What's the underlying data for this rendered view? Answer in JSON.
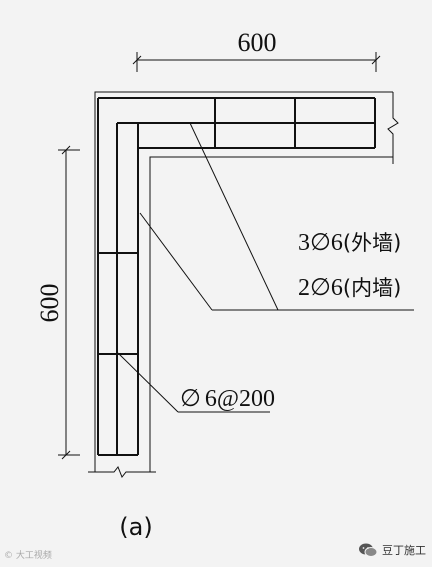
{
  "dimensions": {
    "top": "600",
    "left": "600"
  },
  "labels": {
    "outer_bar_count": "3",
    "outer_bar_size": "6",
    "outer_bar_note": "(外墙)",
    "inner_bar_count": "2",
    "inner_bar_size": "6",
    "inner_bar_note": "(内墙)",
    "tie_size": "6",
    "tie_spacing": "@200",
    "bar_symbol": "∅"
  },
  "caption": "(a)",
  "watermarks": {
    "left": "© 大工视频",
    "right": "豆丁施工"
  },
  "colors": {
    "line": "#111111",
    "background": "#f3f3f3"
  }
}
